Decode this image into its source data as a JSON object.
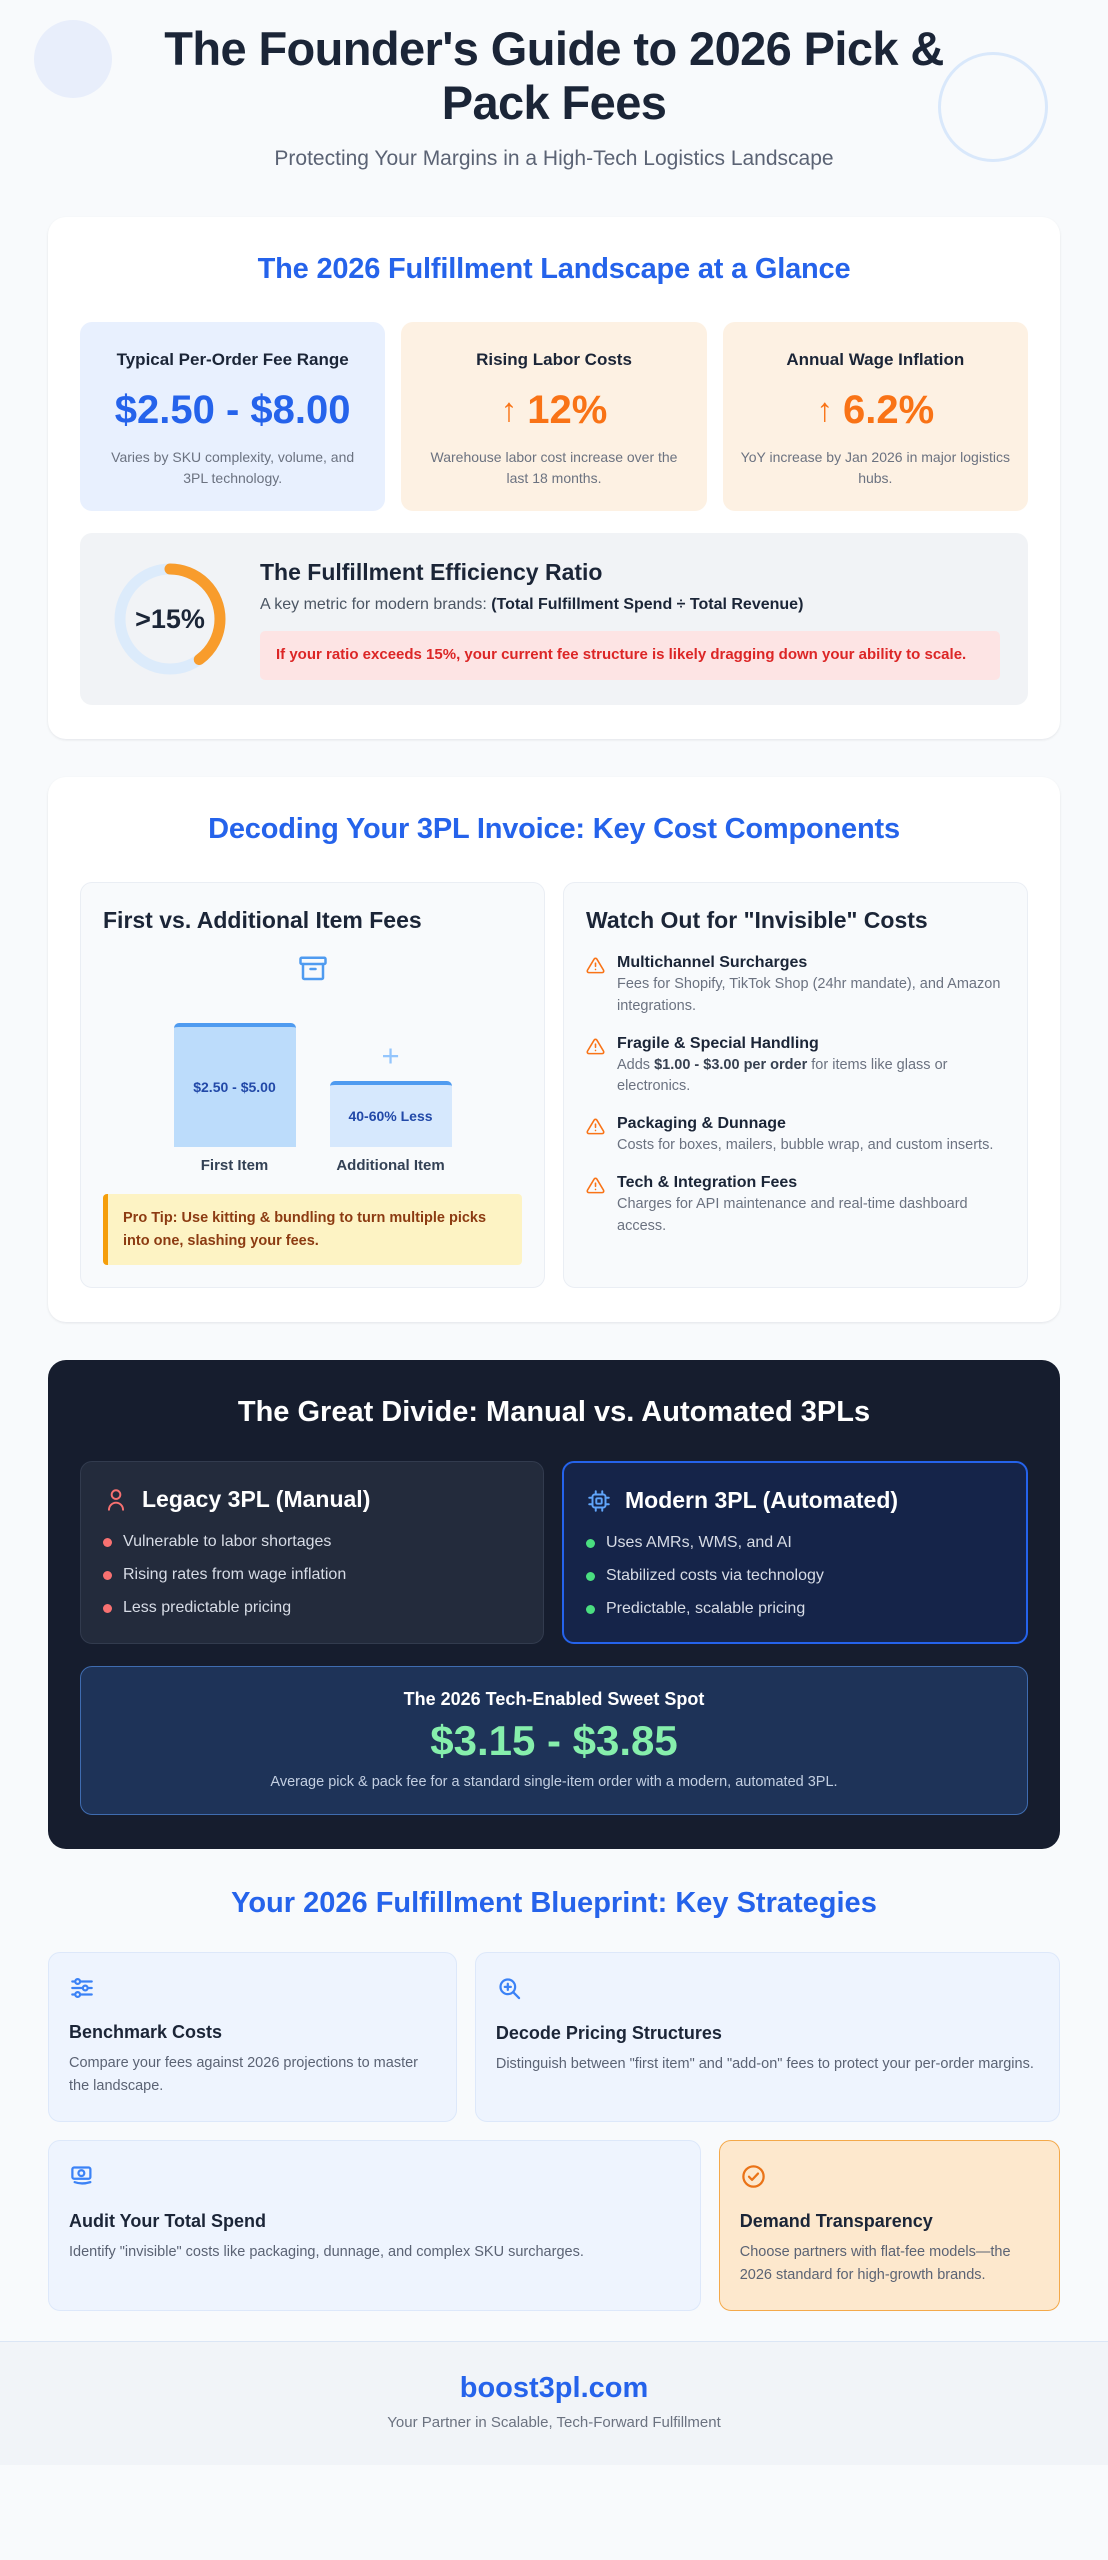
{
  "header": {
    "title": "The Founder's Guide to 2026 Pick & Pack Fees",
    "subtitle": "Protecting Your Margins in a High-Tech Logistics Landscape"
  },
  "landscape": {
    "title": "The 2026 Fulfillment Landscape at a Glance",
    "stats": [
      {
        "label": "Typical Per-Order Fee Range",
        "value": "$2.50 - $8.00",
        "note": "Varies by SKU complexity, volume, and 3PL technology.",
        "tone": "blue",
        "arrow": ""
      },
      {
        "label": "Rising Labor Costs",
        "value": "12%",
        "note": "Warehouse labor cost increase over the last 18 months.",
        "tone": "orange",
        "arrow": "↑"
      },
      {
        "label": "Annual Wage Inflation",
        "value": "6.2%",
        "note": "YoY increase by Jan 2026 in major logistics hubs.",
        "tone": "orange",
        "arrow": "↑"
      }
    ],
    "ratio": {
      "gauge_value": ">15%",
      "gauge_percent": 40,
      "title": "The Fulfillment Efficiency Ratio",
      "desc_lead": "A key metric for modern brands: ",
      "desc_bold": "(Total Fulfillment Spend ÷ Total Revenue)",
      "warning": "If your ratio exceeds 15%, your current fee structure is likely dragging down your ability to scale."
    }
  },
  "invoice": {
    "title": "Decoding Your 3PL Invoice: Key Cost Components",
    "chart_card": {
      "heading": "First vs. Additional Item Fees",
      "protip": "Pro Tip: Use kitting & bundling to turn multiple picks into one, slashing your fees."
    },
    "costs_card": {
      "heading": "Watch Out for \"Invisible\" Costs",
      "items": [
        {
          "name": "Multichannel Surcharges",
          "desc": "Fees for Shopify, TikTok Shop (24hr mandate), and Amazon integrations."
        },
        {
          "name": "Fragile & Special Handling",
          "desc_pre": "Adds ",
          "desc_bold": "$1.00 - $3.00 per order",
          "desc_post": " for items like glass or electronics."
        },
        {
          "name": "Packaging & Dunnage",
          "desc": "Costs for boxes, mailers, bubble wrap, and custom inserts."
        },
        {
          "name": "Tech & Integration Fees",
          "desc": "Charges for API maintenance and real-time dashboard access."
        }
      ]
    }
  },
  "chart_data": {
    "type": "bar",
    "title": "First vs. Additional Item Fees",
    "categories": [
      "First Item",
      "Additional Item"
    ],
    "value_labels": [
      "$2.50 - $5.00",
      "40-60% Less"
    ],
    "values": [
      100,
      50
    ],
    "xlabel": "",
    "ylabel": "",
    "ylim": [
      0,
      100
    ],
    "grid": false,
    "legend": "none",
    "colors": [
      "#bcdcfb",
      "#d6e8fd"
    ],
    "annotation": "+"
  },
  "divide": {
    "title": "The Great Divide: Manual vs. Automated 3PLs",
    "legacy": {
      "heading": "Legacy 3PL (Manual)",
      "points": [
        "Vulnerable to labor shortages",
        "Rising rates from wage inflation",
        "Less predictable pricing"
      ]
    },
    "modern": {
      "heading": "Modern 3PL (Automated)",
      "points": [
        "Uses AMRs, WMS, and AI",
        "Stabilized costs via technology",
        "Predictable, scalable pricing"
      ]
    },
    "sweet_spot": {
      "label": "The 2026 Tech-Enabled Sweet Spot",
      "value": "$3.15 - $3.85",
      "note": "Average pick & pack fee for a standard single-item order with a modern, automated 3PL."
    }
  },
  "blueprint": {
    "title": "Your 2026 Fulfillment Blueprint: Key Strategies",
    "cards": [
      {
        "name": "Benchmark Costs",
        "desc": "Compare your fees against 2026 projections to master the landscape."
      },
      {
        "name": "Decode Pricing Structures",
        "desc": "Distinguish between \"first item\" and \"add-on\" fees to protect your per-order margins."
      },
      {
        "name": "Audit Your Total Spend",
        "desc": "Identify \"invisible\" costs like packaging, dunnage, and complex SKU surcharges."
      },
      {
        "name": "Demand Transparency",
        "desc": "Choose partners with flat-fee models—the 2026 standard for high-growth brands."
      }
    ]
  },
  "footer": {
    "domain": "boost3pl.com",
    "tagline": "Your Partner in Scalable, Tech-Forward Fulfillment"
  },
  "colors": {
    "accent_blue": "#2563eb",
    "accent_orange": "#f97316",
    "danger_red": "#dc2626",
    "success_green": "#86efac",
    "dark_bg": "#161d2e"
  }
}
